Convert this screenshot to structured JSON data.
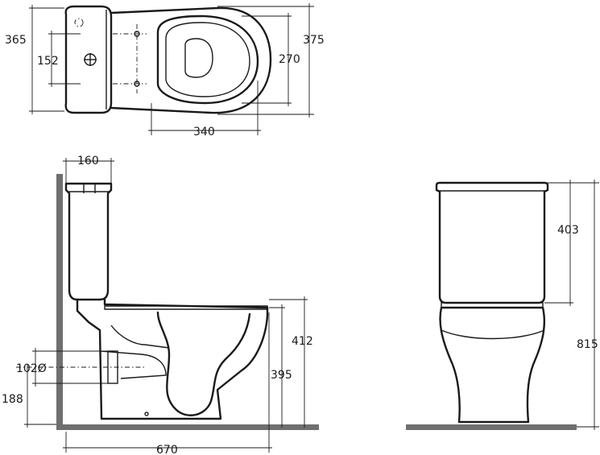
{
  "top_view": {
    "width_365": "365",
    "flange_152": "152",
    "width_375": "375",
    "seat_270": "270",
    "length_340": "340"
  },
  "side_view": {
    "tank_depth_160": "160",
    "outlet_dia": "102Ø",
    "outlet_height_188": "188",
    "rim_height_412": "412",
    "seat_height_395": "395",
    "total_depth_670": "670"
  },
  "front_view": {
    "tank_height_403": "403",
    "total_height_815": "815"
  },
  "colors": {
    "line": "#1a1a1a",
    "wall": "#6f6f6f",
    "background": "#ffffff"
  }
}
